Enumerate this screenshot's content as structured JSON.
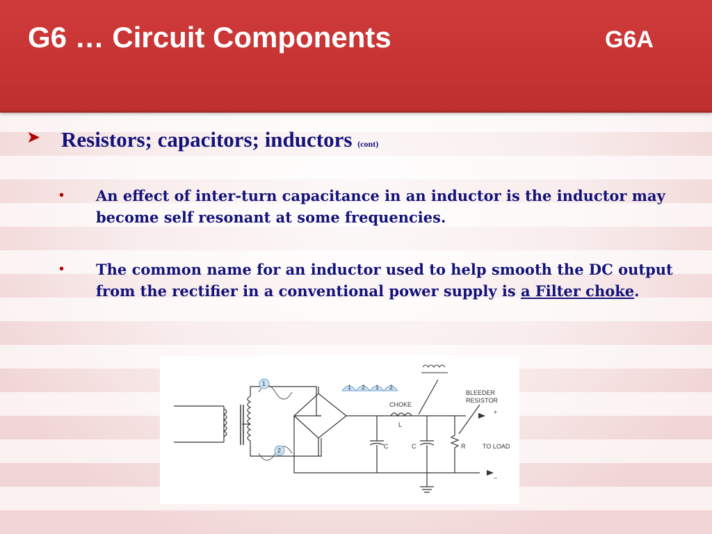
{
  "slide": {
    "title": "G6 … Circuit Components",
    "code": "G6A"
  },
  "content": {
    "heading": "Resistors; capacitors; inductors",
    "heading_note": "(cont)",
    "bullet1": "An effect of inter-turn capacitance in an inductor is the inductor may become self resonant at some frequencies.",
    "bullet2_prefix": "The common name for an inductor used to help smooth the DC output from the rectifier in a conventional power supply is ",
    "bullet2_answer": "a Filter choke",
    "bullet2_suffix": "."
  },
  "diagram": {
    "label_1": "1",
    "label_2": "2",
    "label_choke": "CHOKE",
    "label_l": "L",
    "label_bleeder": "BLEEDER",
    "label_resistor": "RESISTOR",
    "label_plus": "+",
    "label_minus": "–",
    "label_c1": "C",
    "label_c2": "C",
    "label_r": "R",
    "label_to_load": "TO LOAD",
    "wave_1a": "1",
    "wave_2a": "2",
    "wave_1b": "1",
    "wave_2b": "2"
  },
  "colors": {
    "header_red": "#c73333",
    "text_navy": "#12127a",
    "bullet_red": "#b40000"
  }
}
